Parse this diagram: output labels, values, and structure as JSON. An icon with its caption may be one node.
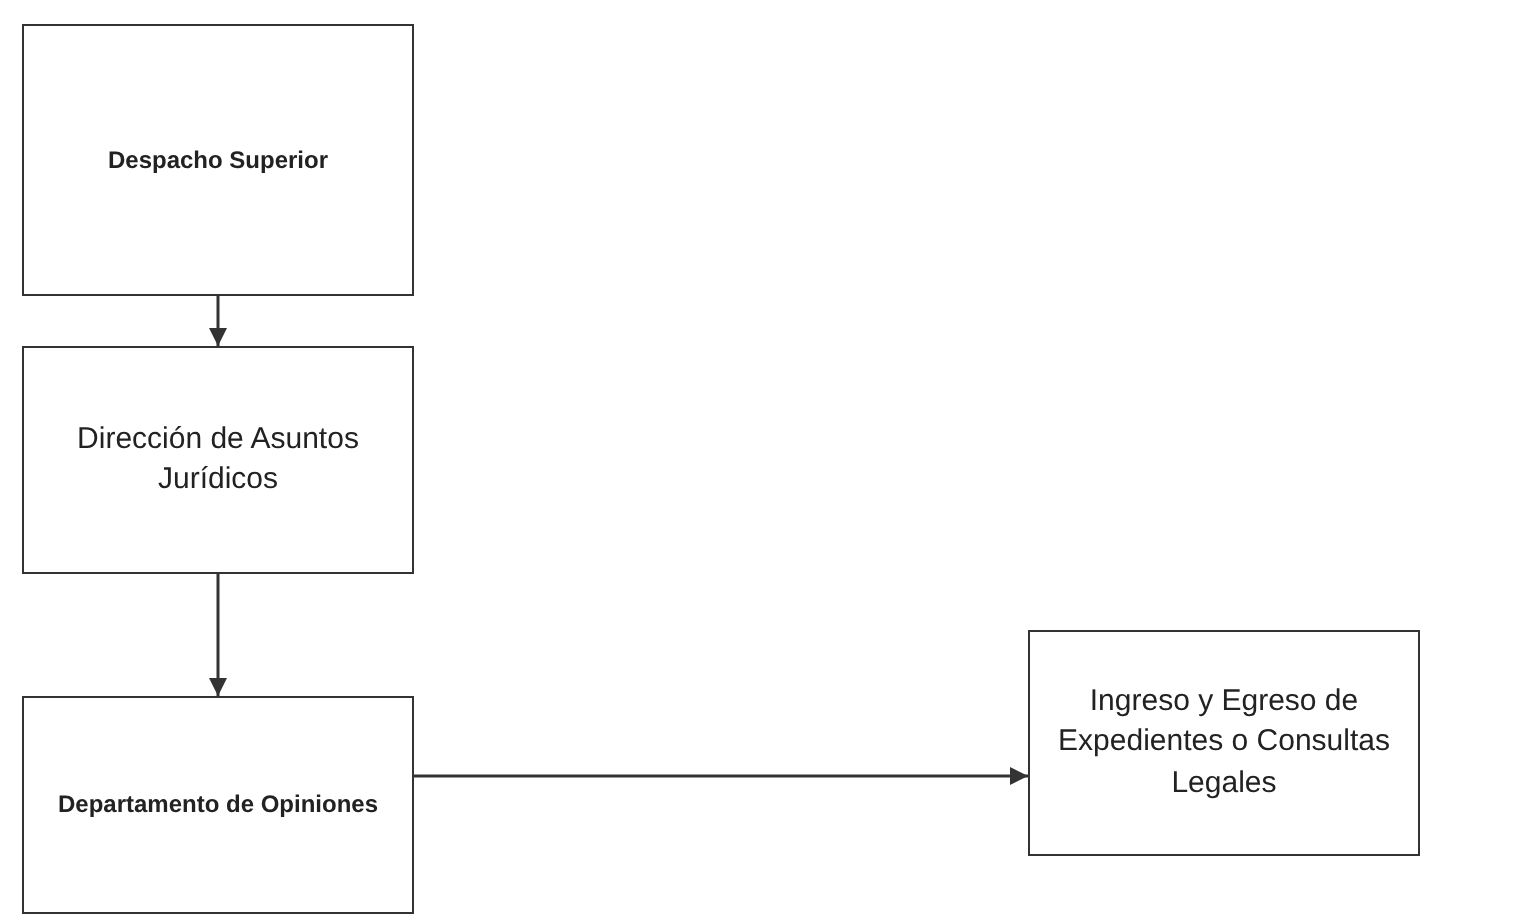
{
  "diagram": {
    "nodes": [
      {
        "text": [
          "Despacho Superior"
        ]
      },
      {
        "text": [
          "Dirección de Asuntos Jurídicos"
        ]
      },
      {
        "text": [
          "Departamento de Opiniones"
        ]
      },
      {
        "text": [
          "Ingreso y Egreso de Expedientes o Consultas Legales"
        ]
      }
    ],
    "edges": [
      {
        "from": 0,
        "to": 1,
        "arrow": "to"
      },
      {
        "from": 1,
        "to": 2,
        "arrow": "to"
      },
      {
        "from": 2,
        "to": 3,
        "arrow": "to"
      }
    ]
  }
}
